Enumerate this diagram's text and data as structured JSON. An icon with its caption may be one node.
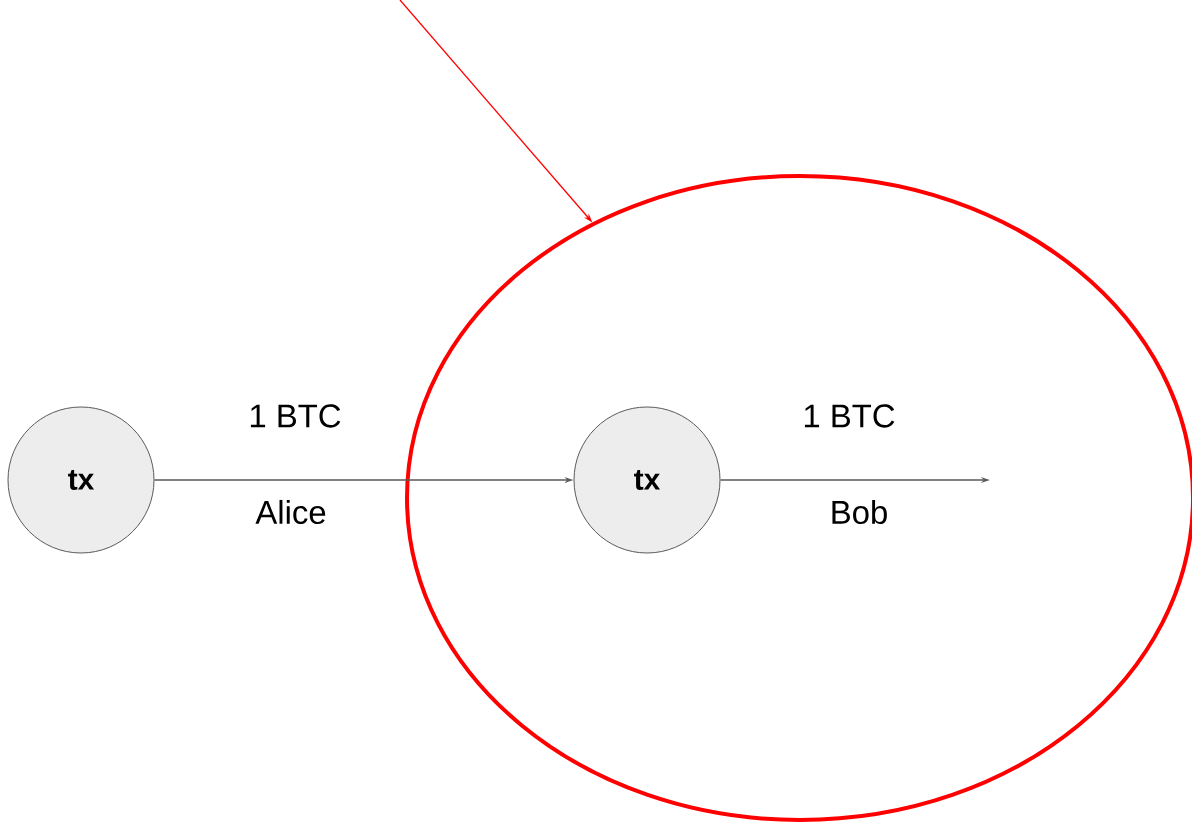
{
  "diagram": {
    "nodes": [
      {
        "text": [
          "tx"
        ]
      },
      {
        "text": [],
        "shape": "ellipse"
      },
      {
        "text": [
          "tx"
        ],
        "in": 1
      }
    ],
    "edges": [
      {
        "from": 0,
        "to": 2,
        "arrow": "to",
        "label": "1 BTC"
      },
      {
        "from": 2,
        "to": null,
        "arrow": "to",
        "label": "1 BTC"
      },
      {
        "from": null,
        "to": 1,
        "arrow": "to",
        "color": "#ff0000"
      }
    ],
    "labels": [
      "Alice",
      "Bob"
    ]
  }
}
